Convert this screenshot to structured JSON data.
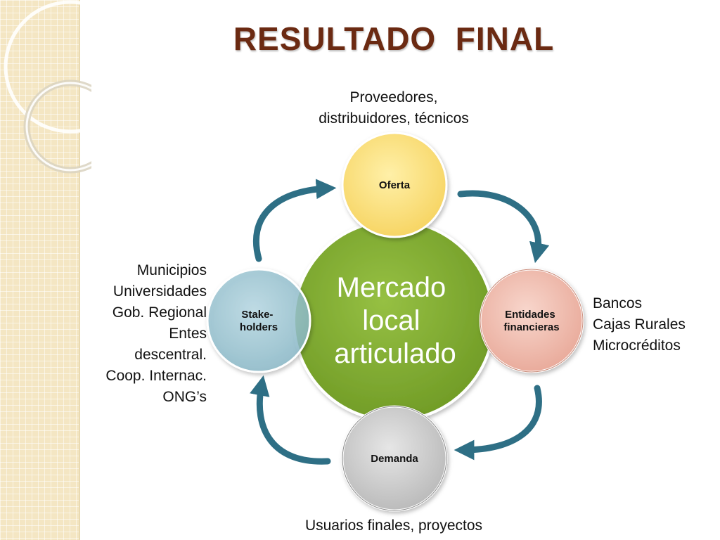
{
  "title": "RESULTADO  FINAL",
  "center": {
    "lines": [
      "Mercado",
      "local",
      "articulado"
    ],
    "color": "#7fab2e"
  },
  "nodes": {
    "oferta": {
      "label": "Oferta",
      "color": "#ffe27a"
    },
    "entidades": {
      "lines": [
        "Entidades",
        "financieras"
      ],
      "color": "#f1c2b6"
    },
    "demanda": {
      "label": "Demanda",
      "color": "#cfcfcf"
    },
    "stakeholders": {
      "lines": [
        "Stake-",
        "holders"
      ],
      "color": "#9cc7d6"
    }
  },
  "annotations": {
    "top": [
      "Proveedores,",
      "distribuidores, técnicos"
    ],
    "left": [
      "Municipios",
      "Universidades",
      "Gob. Regional",
      "Entes",
      "descentral.",
      "Coop. Internac.",
      "ONG’s"
    ],
    "right": [
      "Bancos",
      "Cajas Rurales",
      "Microcréditos"
    ],
    "bottom": [
      "Usuarios finales, proyectos"
    ]
  },
  "arrow_color": "#2e6f85",
  "title_color": "#6b2a12"
}
